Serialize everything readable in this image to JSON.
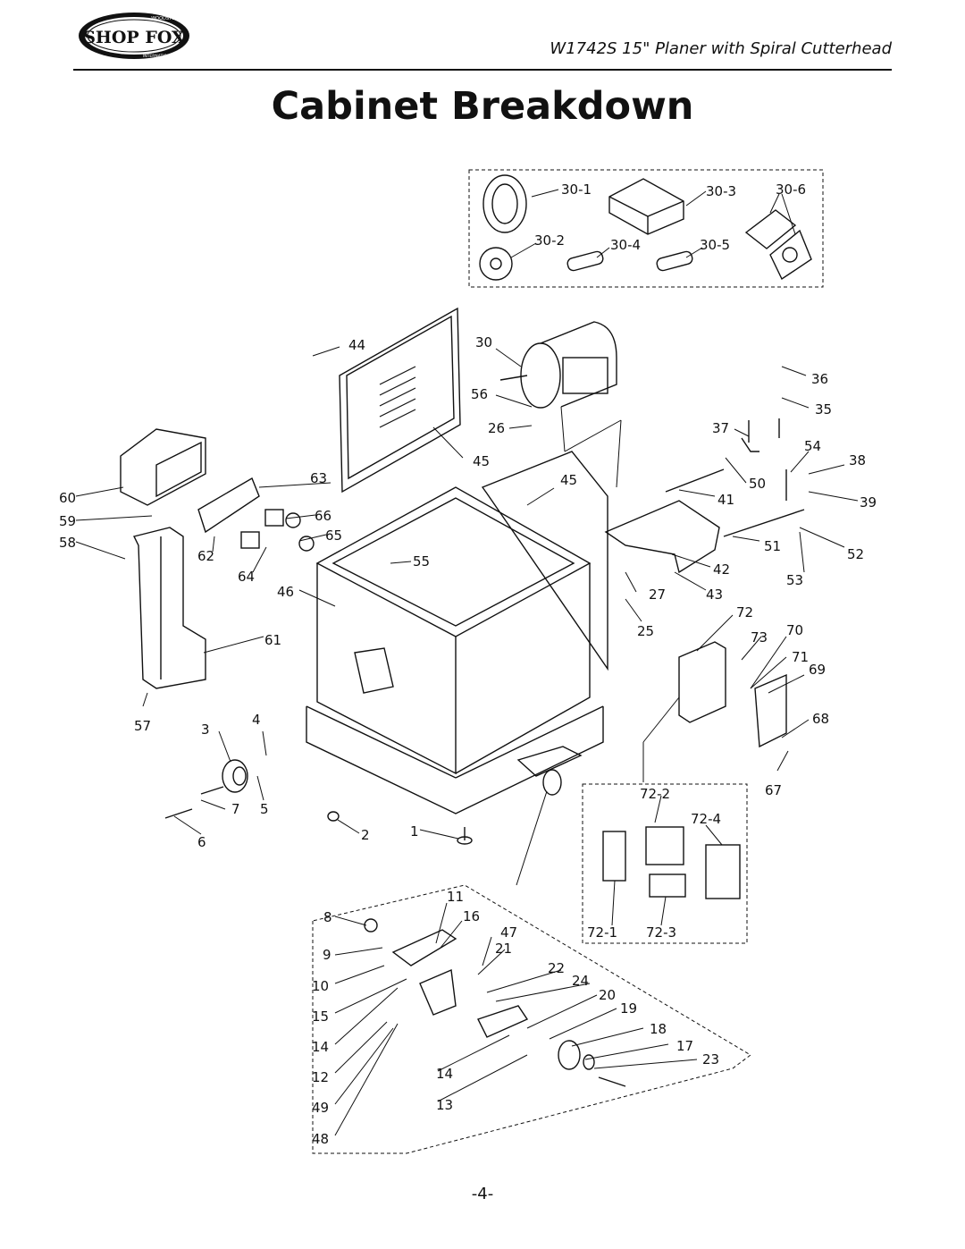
{
  "logo": {
    "brand": "SHOP FOX",
    "ring_top": "WOODSTOCK",
    "ring_bottom": "INTERNATIONAL"
  },
  "header": {
    "model": "W1742S 15\" Planer with Spiral Cutterhead"
  },
  "title": "Cabinet Breakdown",
  "page_number": "-4-",
  "part_labels": [
    "30-1",
    "30-3",
    "30-6",
    "30-2",
    "30-4",
    "30-5",
    "44",
    "30",
    "56",
    "36",
    "26",
    "35",
    "37",
    "54",
    "38",
    "45",
    "63",
    "45",
    "50",
    "60",
    "41",
    "39",
    "66",
    "59",
    "65",
    "58",
    "51",
    "52",
    "62",
    "55",
    "42",
    "64",
    "53",
    "46",
    "27",
    "43",
    "72",
    "25",
    "70",
    "73",
    "61",
    "71",
    "69",
    "57",
    "3",
    "4",
    "68",
    "72-2",
    "67",
    "7",
    "5",
    "72-4",
    "2",
    "1",
    "6",
    "11",
    "8",
    "16",
    "47",
    "72-1",
    "72-3",
    "21",
    "9",
    "22",
    "10",
    "24",
    "20",
    "15",
    "19",
    "18",
    "14",
    "17",
    "23",
    "12",
    "14",
    "49",
    "13",
    "48"
  ]
}
